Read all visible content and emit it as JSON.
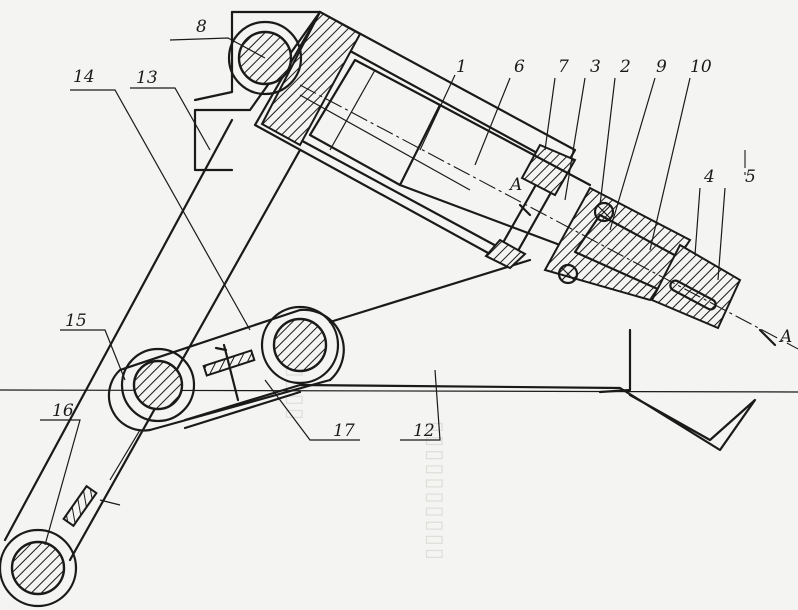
{
  "labels": {
    "l1": "1",
    "l2": "2",
    "l3": "3",
    "l4": "4",
    "l5": "5",
    "l6": "6",
    "l7": "7",
    "l8": "8",
    "l9": "9",
    "l10": "10",
    "l12": "12",
    "l13": "13",
    "l14": "14",
    "l15": "15",
    "l16": "16",
    "l17": "17",
    "sectionA1": "A",
    "sectionA2": "A"
  },
  "colors": {
    "ink": "#1a1a1a",
    "paper": "#f4f4f2"
  }
}
